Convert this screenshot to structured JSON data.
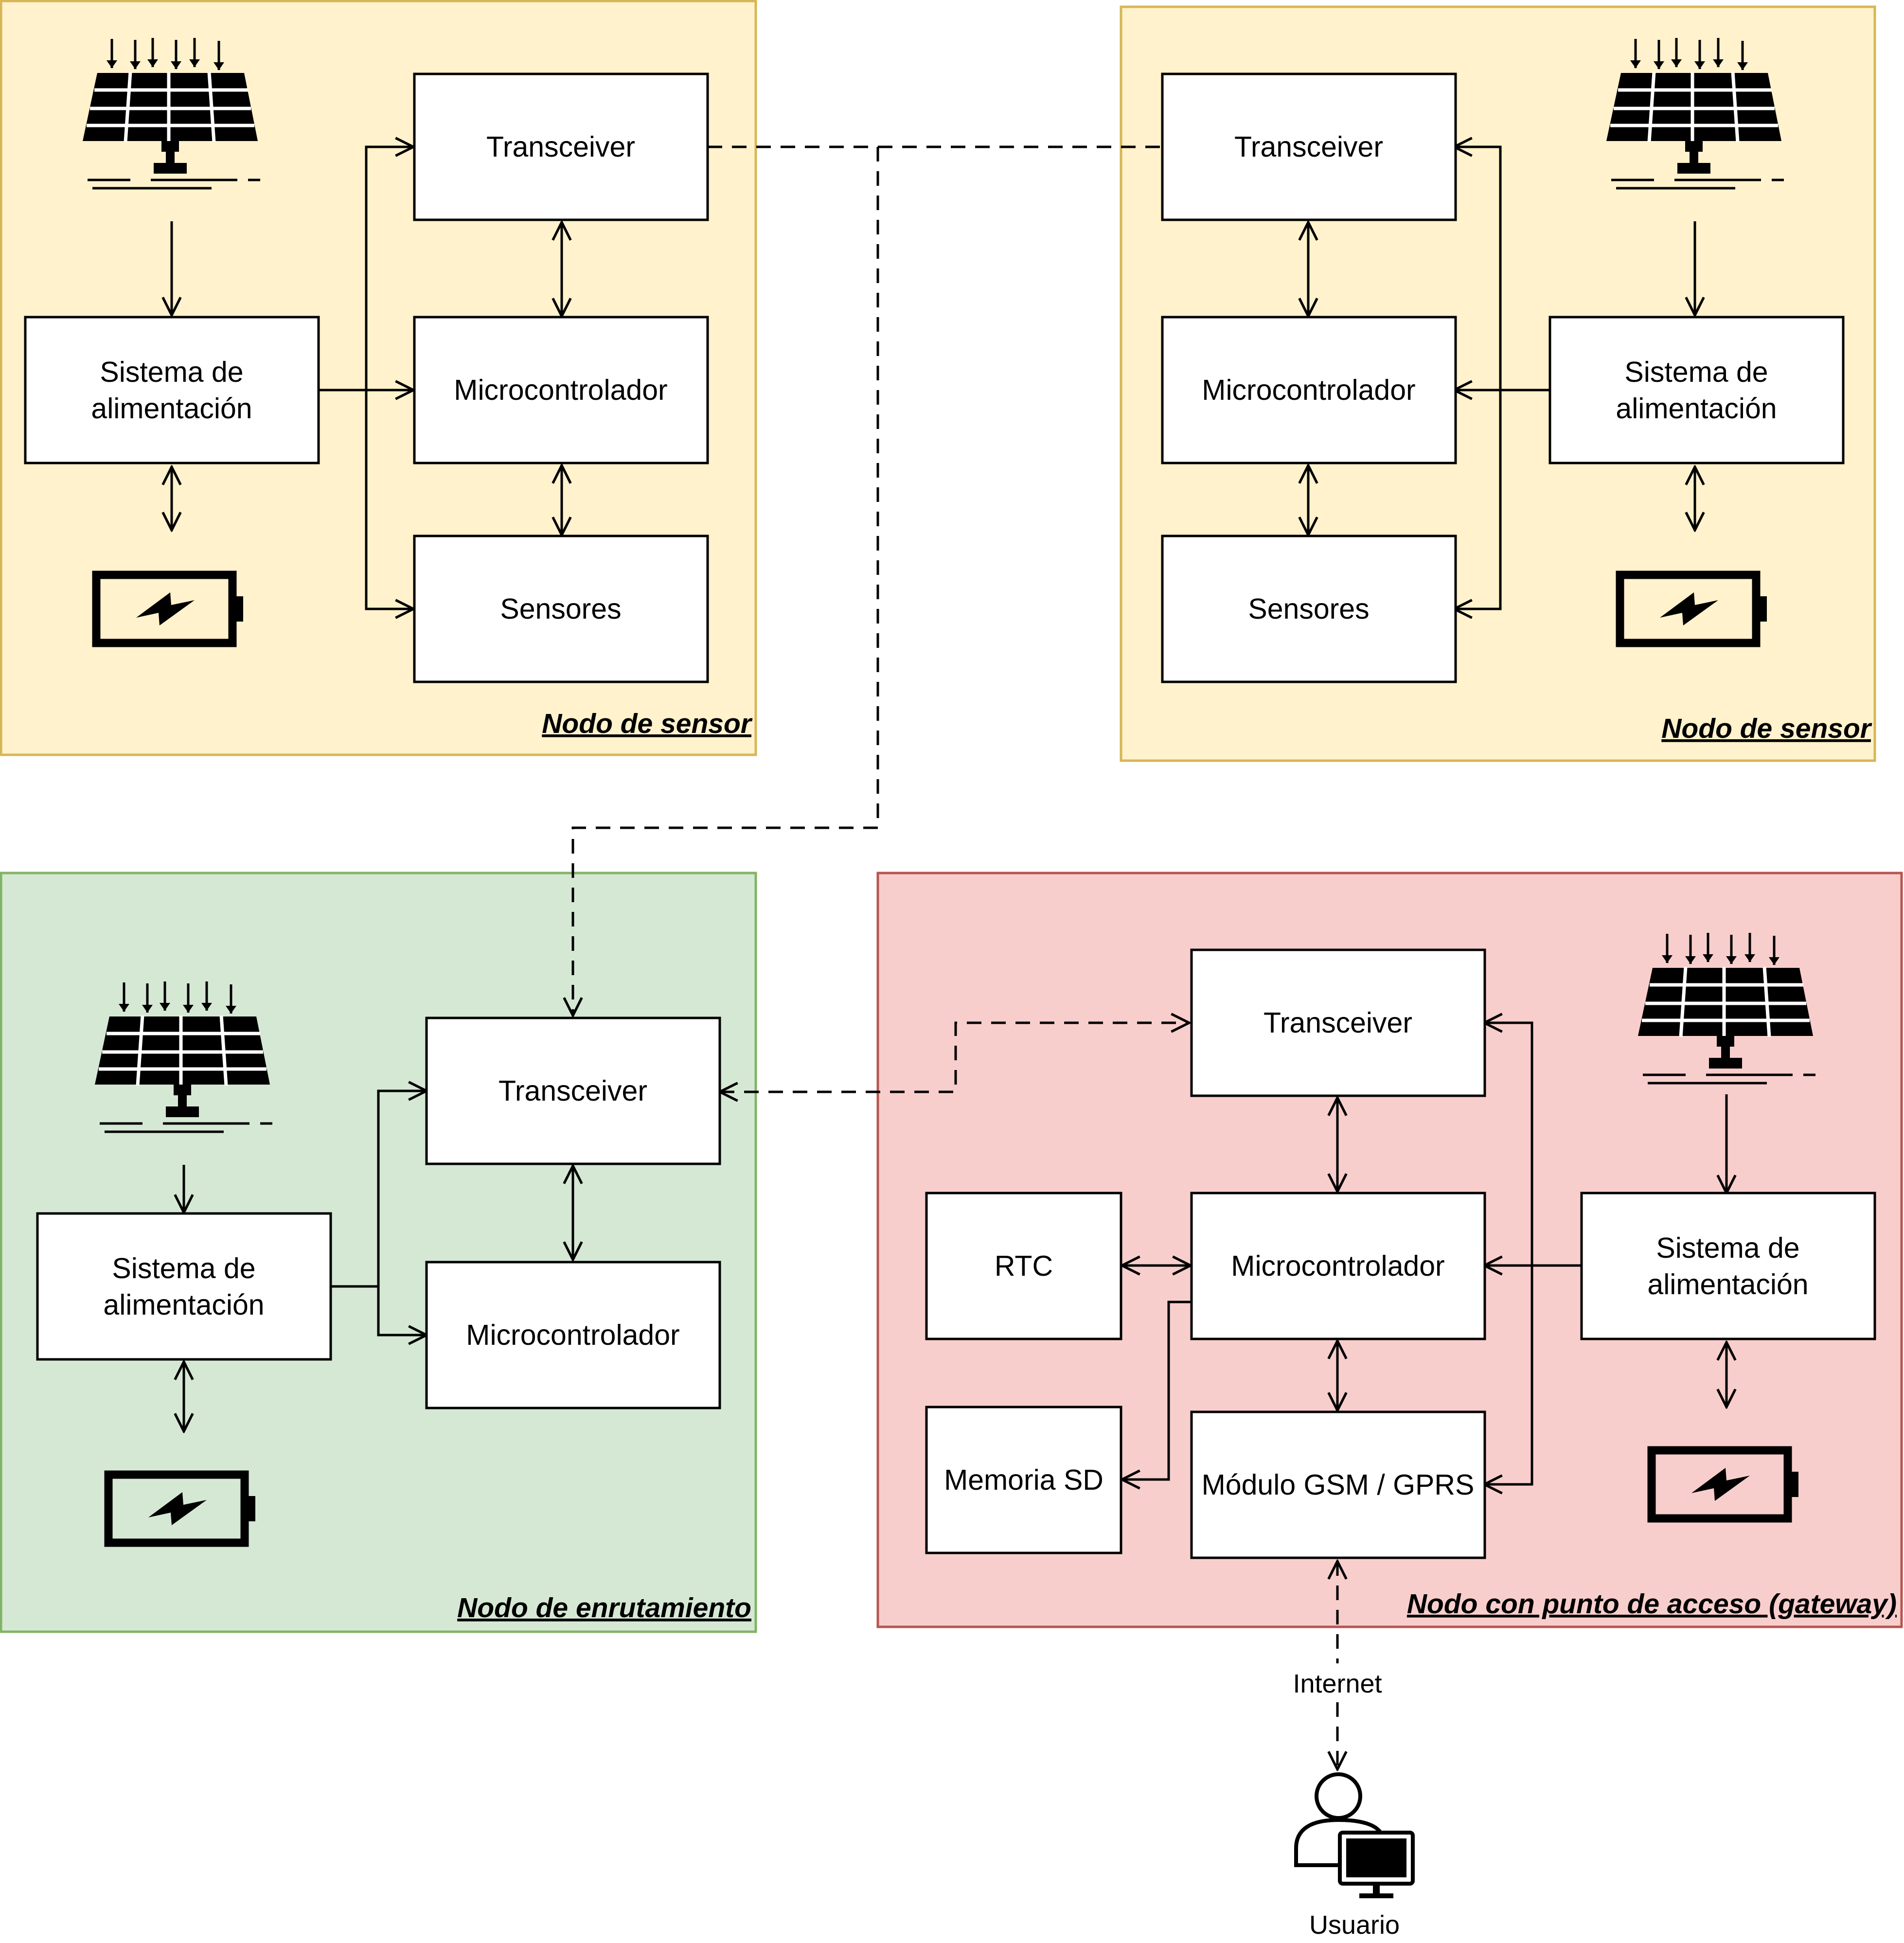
{
  "colors": {
    "sensor_fill": "#fff2cc",
    "sensor_border": "#d6b656",
    "routing_fill": "#d5e8d4",
    "routing_border": "#82b366",
    "gateway_fill": "#f8cecc",
    "gateway_border": "#b85450"
  },
  "icons": [
    "solar-panel-icon",
    "battery-icon",
    "user-computer-icon"
  ],
  "nodes": {
    "sensor_left": {
      "title": "Nodo de sensor",
      "transceiver": "Transceiver",
      "power_line1": "Sistema de",
      "power_line2": "alimentación",
      "microcontroller": "Microcontrolador",
      "sensors": "Sensores"
    },
    "sensor_right": {
      "title": "Nodo de sensor",
      "transceiver": "Transceiver",
      "power_line1": "Sistema de",
      "power_line2": "alimentación",
      "microcontroller": "Microcontrolador",
      "sensors": "Sensores"
    },
    "routing": {
      "title": "Nodo de enrutamiento",
      "transceiver": "Transceiver",
      "power_line1": "Sistema de",
      "power_line2": "alimentación",
      "microcontroller": "Microcontrolador"
    },
    "gateway": {
      "title": "Nodo con punto de acceso (gateway)",
      "transceiver": "Transceiver",
      "rtc": "RTC",
      "microcontroller": "Microcontrolador",
      "power_line1": "Sistema de",
      "power_line2": "alimentación",
      "sd": "Memoria SD",
      "gsm": "Módulo GSM / GPRS"
    }
  },
  "internet_label": "Internet",
  "user_label": "Usuario"
}
